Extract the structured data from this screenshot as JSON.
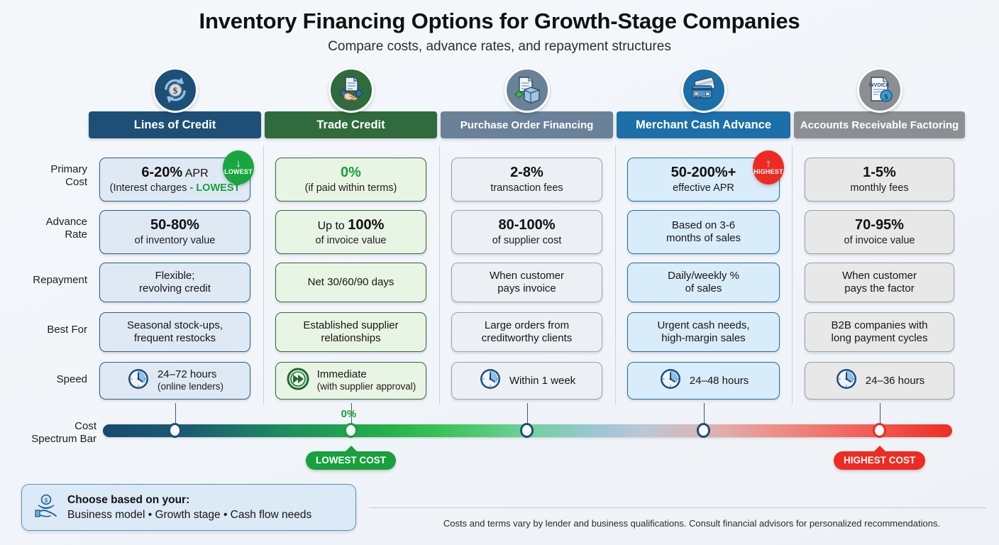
{
  "header": {
    "title": "Inventory Financing Options for Growth-Stage Companies",
    "subtitle": "Compare costs, advance rates, and repayment structures"
  },
  "columns": [
    {
      "name": "Lines of Credit",
      "icon": "recycling-dollar-coin-icon",
      "bar_color": "#1d4f77",
      "card_bg": "#dfe9f4",
      "card_border": "#2a5d88"
    },
    {
      "name": "Trade Credit",
      "icon": "handshake-document-icon",
      "bar_color": "#2f6b3c",
      "card_bg": "#e8f5e4",
      "card_border": "#2f6b3c"
    },
    {
      "name": "Purchase Order Financing",
      "icon": "document-box-money-icon",
      "bar_color": "#6a8299",
      "card_bg": "#eceff3",
      "card_border": "#93a6b8"
    },
    {
      "name": "Merchant Cash Advance",
      "icon": "credit-cards-icon",
      "bar_color": "#1c6fa8",
      "card_bg": "#d9ecf9",
      "card_border": "#1c6fa8"
    },
    {
      "name": "Accounts Receivable Factoring",
      "icon": "invoice-dollar-icon",
      "bar_color": "#8b8f93",
      "card_bg": "#e8e8e8",
      "card_border": "#9aa0a5"
    }
  ],
  "row_labels": [
    "Primary Cost",
    "Advance Rate",
    "Repayment",
    "Best For",
    "Speed"
  ],
  "rows": {
    "primary_cost": [
      {
        "big": "6-20%",
        "unit": " APR",
        "sub_pre": "(Interest charges - ",
        "sub_hi": "LOWEST",
        "highlight_color": "#17a03c"
      },
      {
        "big": "0%",
        "big_color": "#17a03c",
        "sub": "(if paid within terms)"
      },
      {
        "big": "2-8%",
        "sub": "transaction fees"
      },
      {
        "big": "50-200%+",
        "sub": "effective APR"
      },
      {
        "big": "1-5%",
        "sub": "monthly fees"
      }
    ],
    "advance_rate": [
      {
        "big": "50-80%",
        "sub": "of inventory value"
      },
      {
        "pre": "Up to ",
        "big": "100%",
        "sub": "of invoice value"
      },
      {
        "big": "80-100%",
        "sub": "of supplier cost"
      },
      {
        "line1": "Based on 3-6",
        "line2": "months of sales"
      },
      {
        "big": "70-95%",
        "sub": "of invoice value"
      }
    ],
    "repayment": [
      {
        "line1": "Flexible;",
        "line2": "revolving credit"
      },
      {
        "line1": "Net 30/60/90 days"
      },
      {
        "line1": "When customer",
        "line2": "pays invoice"
      },
      {
        "line1": "Daily/weekly %",
        "line2": "of sales"
      },
      {
        "line1": "When customer",
        "line2": "pays the factor"
      }
    ],
    "best_for": [
      {
        "line1": "Seasonal stock-ups,",
        "line2": "frequent restocks"
      },
      {
        "line1": "Established supplier",
        "line2": "relationships"
      },
      {
        "line1": "Large orders from",
        "line2": "creditworthy clients"
      },
      {
        "line1": "Urgent cash needs,",
        "line2": "high-margin sales"
      },
      {
        "line1": "B2B companies with",
        "line2": "long payment cycles"
      }
    ],
    "speed": [
      {
        "icon": "clock-icon",
        "line1": "24–72 hours",
        "line2": "(online lenders)"
      },
      {
        "icon": "fast-forward-icon",
        "line1": "Immediate",
        "line2": "(with supplier approval)"
      },
      {
        "icon": "clock-icon",
        "line1": "Within 1 week"
      },
      {
        "icon": "clock-icon",
        "line1": "24–48 hours"
      },
      {
        "icon": "clock-icon",
        "line1": "24–36 hours"
      }
    ]
  },
  "badges": [
    {
      "id": "lowest",
      "arrow": "↓",
      "label": "LOWEST",
      "color": "#1aa63f",
      "column": "Lines of Credit"
    },
    {
      "id": "highest",
      "arrow": "↑",
      "label": "HIGHEST",
      "color": "#ee2b22",
      "column": "Merchant Cash Advance"
    }
  ],
  "spectrum": {
    "label": "Cost Spectrum Bar",
    "note": "0%",
    "lowest_pill": "LOWEST COST",
    "highest_pill": "HIGHEST COST",
    "lowest_color": "#17a03c",
    "highest_color": "#ee2b22",
    "markers": [
      {
        "column": "Lines of Credit",
        "pos_pct": 8
      },
      {
        "column": "Trade Credit",
        "pos_pct": 29
      },
      {
        "column": "Purchase Order Financing",
        "pos_pct": 50
      },
      {
        "column": "Merchant Cash Advance",
        "pos_pct": 71
      },
      {
        "column": "Accounts Receivable Factoring",
        "pos_pct": 91
      }
    ]
  },
  "advice": {
    "icon": "hand-holding-coin-icon",
    "heading": "Choose based on your:",
    "criteria": "Business model  •  Growth stage  •  Cash flow needs"
  },
  "disclaimer": "Costs and terms vary by lender and business qualifications. Consult financial advisors for personalized recommendations."
}
